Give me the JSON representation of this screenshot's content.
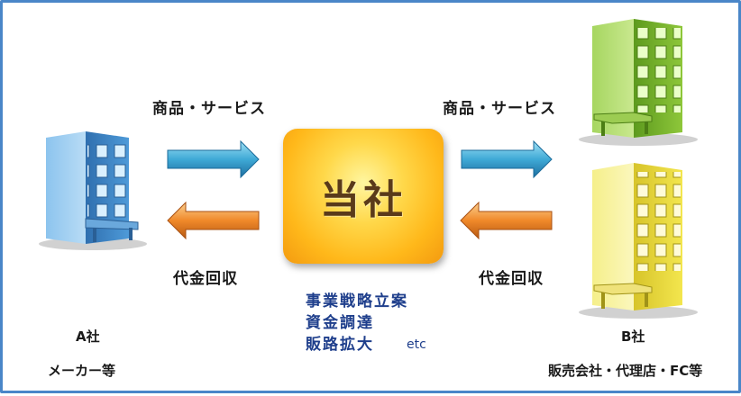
{
  "center": {
    "label": "当社"
  },
  "left_company": {
    "name": "A社",
    "subtitle": "メーカー等"
  },
  "right_company": {
    "name": "B社",
    "subtitle": "販売会社・代理店・FC等"
  },
  "flows": {
    "goods_left": "商品・サービス",
    "goods_right": "商品・サービス",
    "payment_left": "代金回収",
    "payment_right": "代金回収"
  },
  "services": {
    "line1": "事業戦略立案",
    "line2": "資金調達",
    "line3": "販路拡大",
    "etc": "etc"
  },
  "colors": {
    "border": "#4a86c8",
    "arrow_blue": "#3fa9d6",
    "arrow_orange": "#f0892a",
    "building_blue": "#3b86c6",
    "building_green": "#7cb82f",
    "building_yellow": "#e9d83a",
    "center_box": "#ffc22a"
  },
  "icons": [
    "building-icon",
    "arrow-right-icon",
    "arrow-left-icon"
  ]
}
